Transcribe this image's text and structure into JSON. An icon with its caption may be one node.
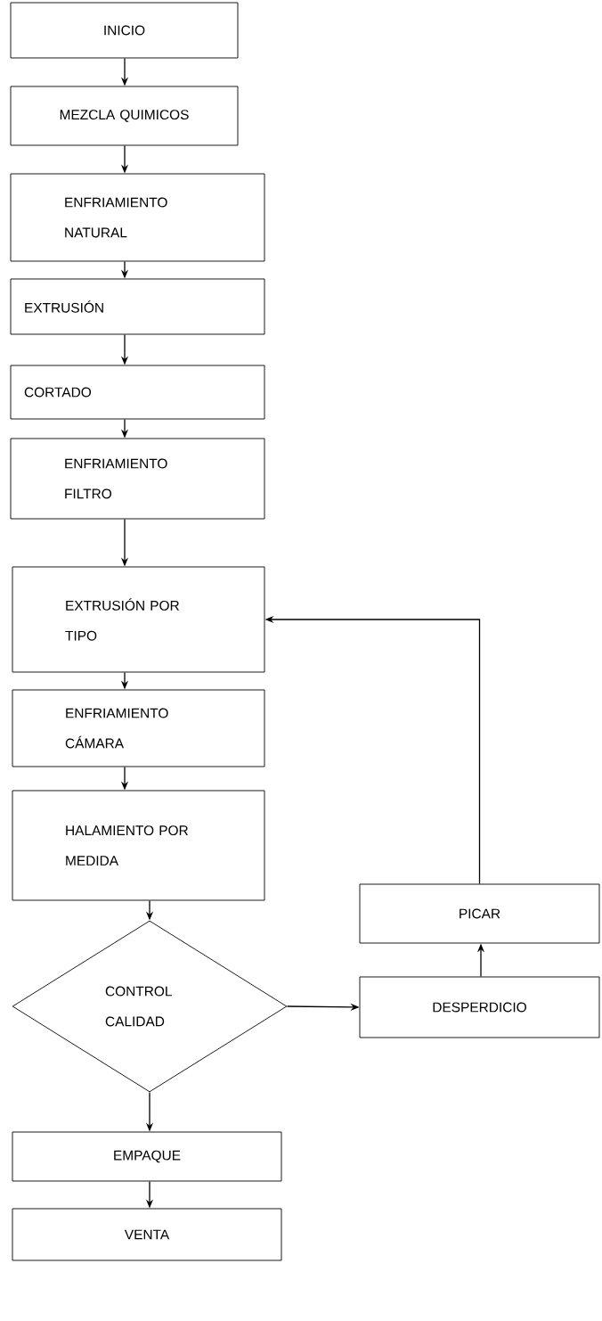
{
  "diagram": {
    "nodes": [
      {
        "text": [
          "INICIO"
        ]
      },
      {
        "text": [
          "MEZCLA QUIMICOS"
        ]
      },
      {
        "text": [
          "ENFRIAMIENTO NATURAL"
        ]
      },
      {
        "text": [
          "EXTRUSIÓN"
        ]
      },
      {
        "text": [
          "CORTADO"
        ]
      },
      {
        "text": [
          "ENFRIAMIENTO FILTRO"
        ]
      },
      {
        "text": [
          "EXTRUSIÓN POR TIPO"
        ]
      },
      {
        "text": [
          "ENFRIAMIENTO CÁMARA"
        ]
      },
      {
        "text": [
          "HALAMIENTO POR MEDIDA"
        ]
      },
      {
        "text": [
          "CONTROL CALIDAD"
        ]
      },
      {
        "text": [
          "DESPERDICIO"
        ]
      },
      {
        "text": [
          "PICAR"
        ]
      },
      {
        "text": [
          "EMPAQUE"
        ]
      },
      {
        "text": [
          "VENTA"
        ]
      }
    ],
    "edges": [
      {
        "from": 0,
        "to": 1,
        "arrow": "to"
      },
      {
        "from": 1,
        "to": 2,
        "arrow": "to"
      },
      {
        "from": 2,
        "to": 3,
        "arrow": "to"
      },
      {
        "from": 3,
        "to": 4,
        "arrow": "to"
      },
      {
        "from": 4,
        "to": 5,
        "arrow": "to"
      },
      {
        "from": 5,
        "to": 6,
        "arrow": "to"
      },
      {
        "from": 6,
        "to": 7,
        "arrow": "to"
      },
      {
        "from": 7,
        "to": 8,
        "arrow": "to"
      },
      {
        "from": 8,
        "to": 9,
        "arrow": "to"
      },
      {
        "from": 9,
        "to": 10,
        "arrow": "to"
      },
      {
        "from": 10,
        "to": 11,
        "arrow": "to"
      },
      {
        "from": 11,
        "to": 6,
        "arrow": "to"
      },
      {
        "from": 9,
        "to": 12,
        "arrow": "to"
      },
      {
        "from": 12,
        "to": 13,
        "arrow": "to"
      }
    ]
  }
}
